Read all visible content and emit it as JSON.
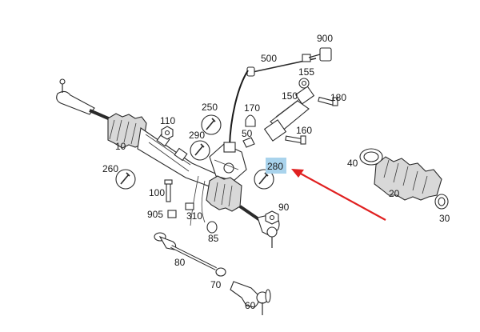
{
  "labels": {
    "p900": "900",
    "p500": "500",
    "p155": "155",
    "p150": "150",
    "p180": "180",
    "p170": "170",
    "p250": "250",
    "p110": "110",
    "p290": "290",
    "p50": "50",
    "p160": "160",
    "p10": "10",
    "p260": "260",
    "p280": "280",
    "p40": "40",
    "p20": "20",
    "p100": "100",
    "p905": "905",
    "p310": "310",
    "p90": "90",
    "p85": "85",
    "p30": "30",
    "p80": "80",
    "p70": "70",
    "p60": "60"
  },
  "colors": {
    "highlight": "#a9d3ec",
    "arrow": "#e02020",
    "line": "#2a2a2a"
  }
}
